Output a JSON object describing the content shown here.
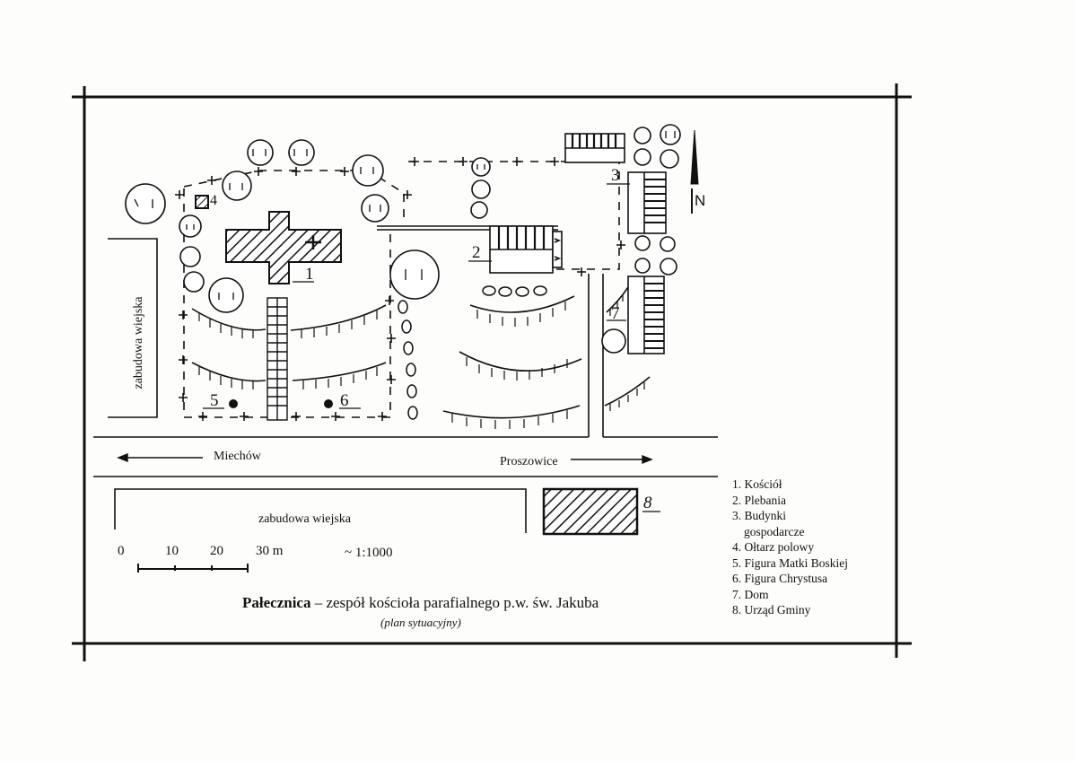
{
  "map": {
    "north_label": "N",
    "feature_numbers": [
      "1",
      "2",
      "3",
      "4",
      "5",
      "6",
      "7",
      "8"
    ],
    "side_label_vertical": "zabudowa wiejska",
    "road_left_label": "Miechów",
    "road_right_label": "Proszowice",
    "bottom_block_label": "zabudowa wiejska"
  },
  "scale": {
    "ticks": [
      "0",
      "10",
      "20",
      "30 m"
    ],
    "ratio": "~ 1:1000"
  },
  "legend": [
    "1. Kościół",
    "2. Plebania",
    "3. Budynki",
    "gospodarcze",
    "4. Ołtarz polowy",
    "5. Figura Matki Boskiej",
    "6. Figura Chrystusa",
    "7. Dom",
    "8. Urząd Gminy"
  ],
  "caption": {
    "title_bold": "Pałecznica",
    "title_rest": " – zespół kościoła parafialnego p.w. św. Jakuba",
    "subtitle": "(plan sytuacyjny)"
  }
}
